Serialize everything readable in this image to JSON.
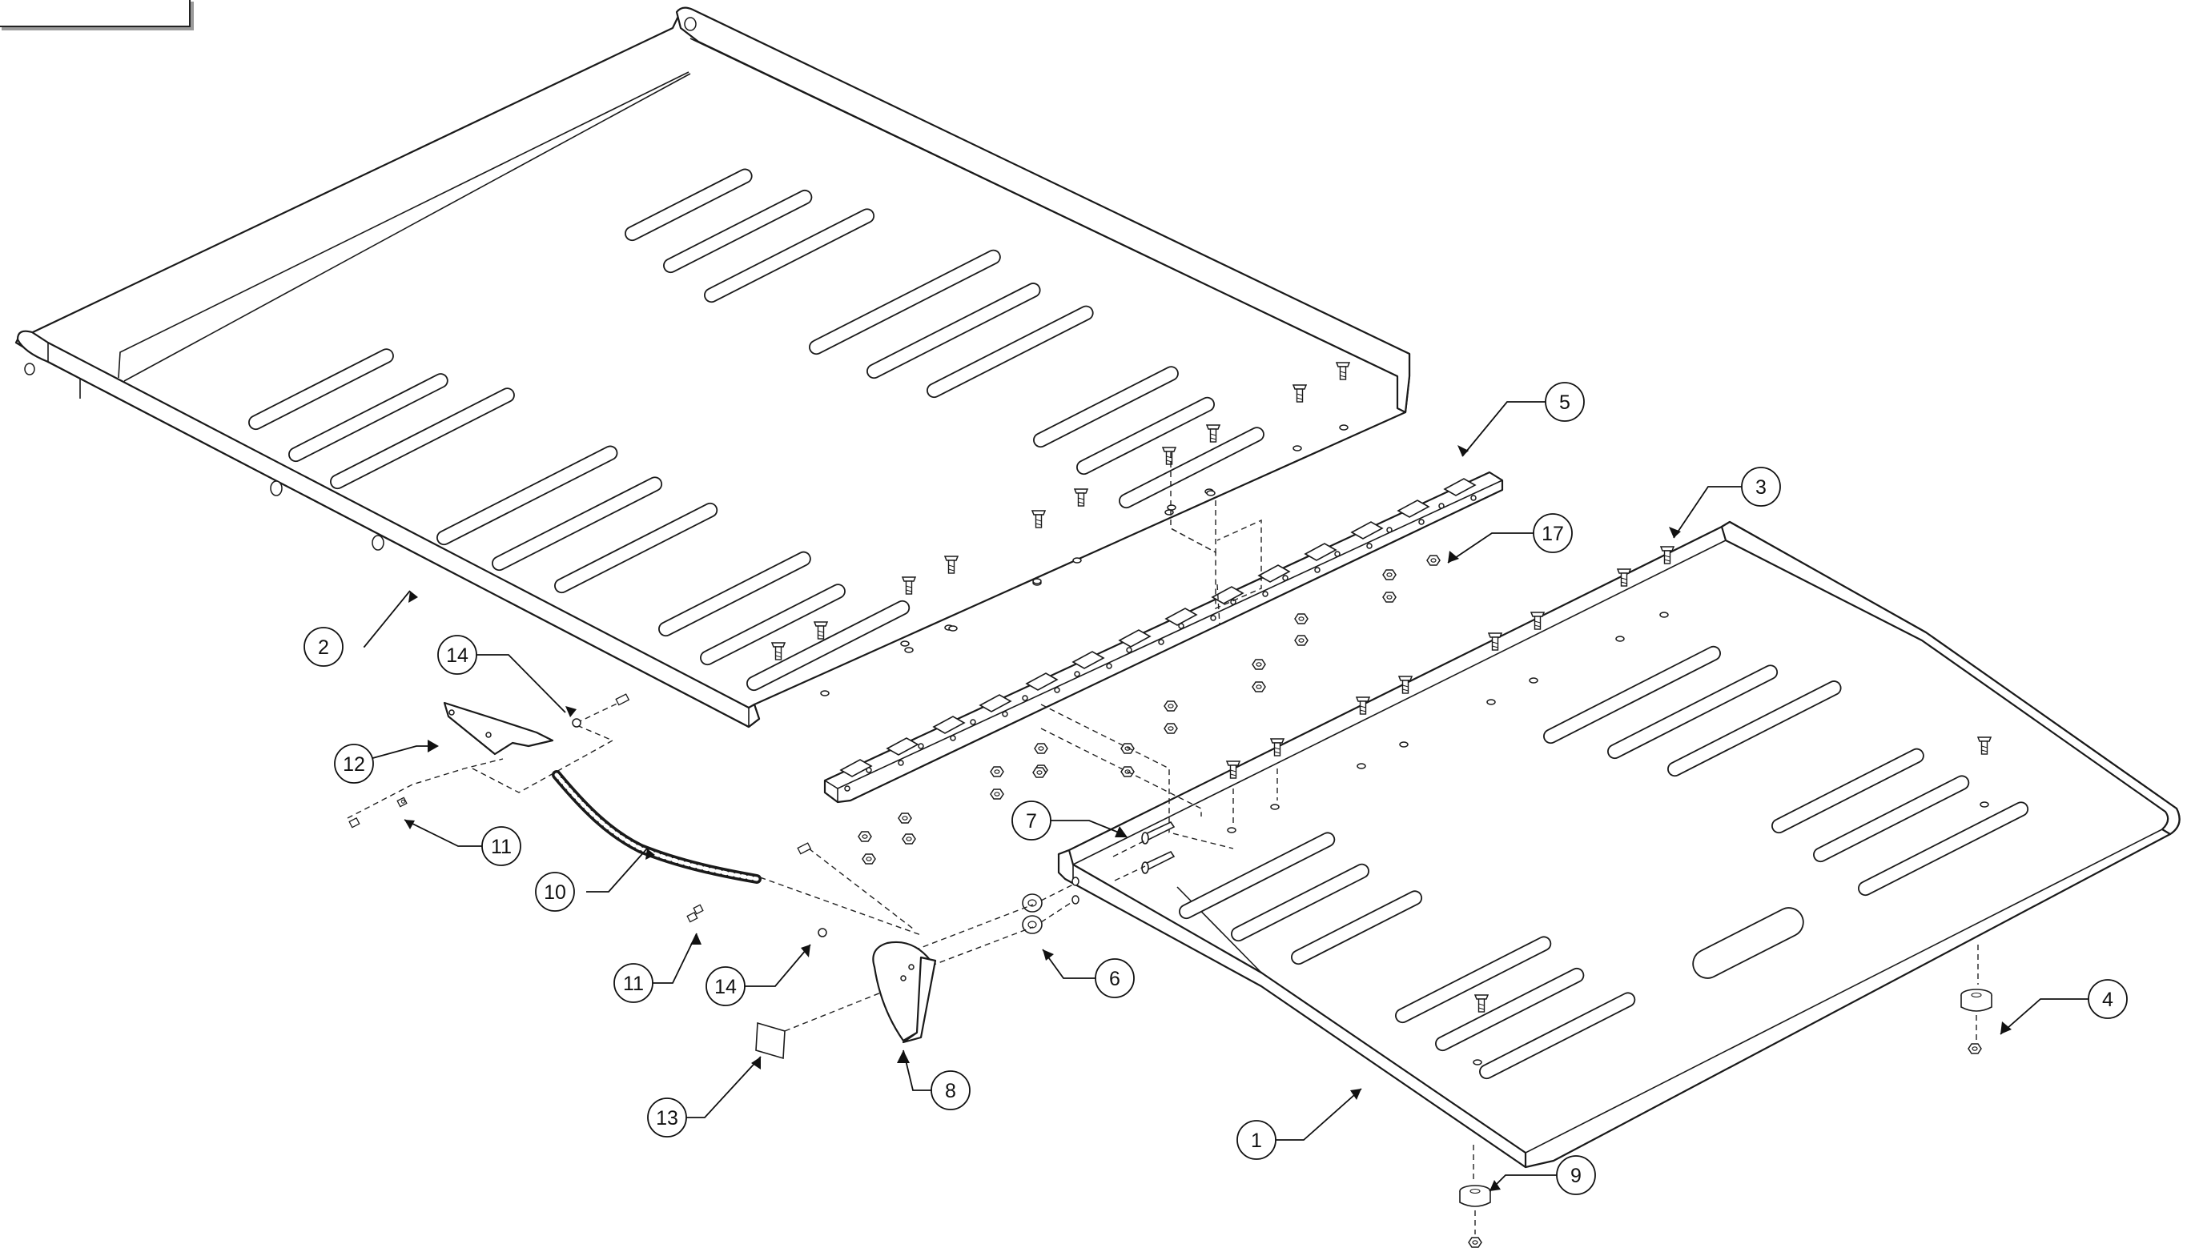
{
  "diagram": {
    "callouts": [
      {
        "id": "callout-1",
        "label": "1"
      },
      {
        "id": "callout-2",
        "label": "2"
      },
      {
        "id": "callout-3",
        "label": "3"
      },
      {
        "id": "callout-4",
        "label": "4"
      },
      {
        "id": "callout-5",
        "label": "5"
      },
      {
        "id": "callout-6",
        "label": "6"
      },
      {
        "id": "callout-7",
        "label": "7"
      },
      {
        "id": "callout-8",
        "label": "8"
      },
      {
        "id": "callout-9",
        "label": "9"
      },
      {
        "id": "callout-10",
        "label": "10"
      },
      {
        "id": "callout-11a",
        "label": "11"
      },
      {
        "id": "callout-11b",
        "label": "11"
      },
      {
        "id": "callout-12",
        "label": "12"
      },
      {
        "id": "callout-13",
        "label": "13"
      },
      {
        "id": "callout-14a",
        "label": "14"
      },
      {
        "id": "callout-14b",
        "label": "14"
      },
      {
        "id": "callout-17",
        "label": "17"
      }
    ]
  }
}
